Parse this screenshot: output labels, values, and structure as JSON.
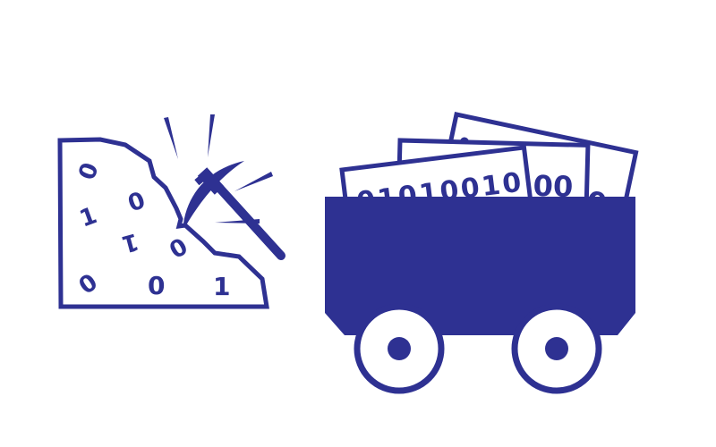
{
  "colors": {
    "primary": "#2e3192",
    "background": "#ffffff"
  },
  "rock": {
    "digits": [
      "0",
      "0",
      "1",
      "1",
      "0",
      "0",
      "0",
      "1"
    ]
  },
  "bills": {
    "front_text": "01010010",
    "middle_text": "00",
    "back_text": "00"
  },
  "icons": [
    "rock-icon",
    "pickaxe-icon",
    "mine-cart-icon",
    "banknote-icon"
  ]
}
